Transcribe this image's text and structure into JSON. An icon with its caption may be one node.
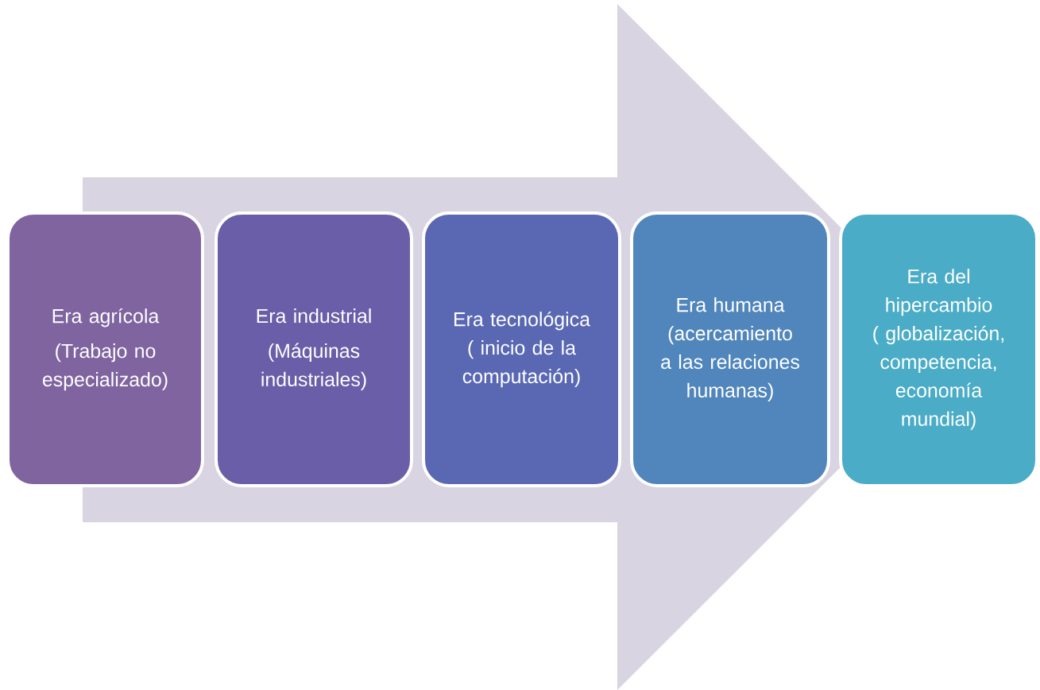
{
  "diagram": {
    "nodes": [
      {
        "text": [
          "Era agrícola",
          "(Trabajo no especializado)"
        ]
      },
      {
        "text": [
          "Era industrial",
          "(Máquinas industriales)"
        ]
      },
      {
        "text": [
          "Era tecnológica ( inicio de la computación)"
        ]
      },
      {
        "text": [
          "Era humana (acercamiento a las relaciones humanas)"
        ]
      },
      {
        "text": [
          "Era del hipercambio ( globalización, competencia, economía mundial)"
        ]
      }
    ],
    "edges": [
      {
        "from": 0,
        "to": 4,
        "arrow": "to"
      }
    ]
  }
}
